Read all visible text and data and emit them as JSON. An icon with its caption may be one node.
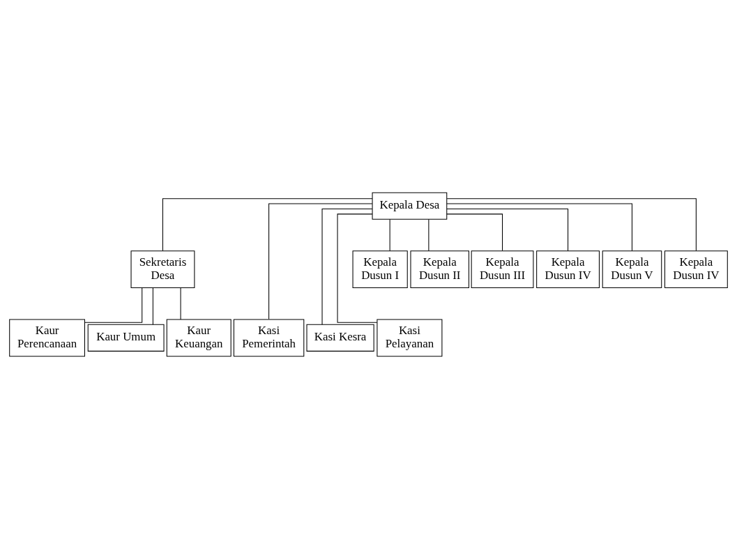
{
  "diagram": {
    "nodes": [
      {
        "text": [
          "Kepala Desa"
        ]
      },
      {
        "text": [
          "Sekretaris Desa"
        ]
      },
      {
        "text": [
          "Kasi Pemerintah"
        ]
      },
      {
        "text": [
          "Kasi Kesra"
        ]
      },
      {
        "text": [
          "Kasi Pelayanan"
        ]
      },
      {
        "text": [
          "Kaur Perencanaan"
        ]
      },
      {
        "text": [
          "Kaur Umum"
        ]
      },
      {
        "text": [
          "Kaur Keuangan"
        ]
      },
      {
        "text": [
          "Kepala Dusun I"
        ]
      },
      {
        "text": [
          "Kepala Dusun II"
        ]
      },
      {
        "text": [
          "Kepala Dusun III"
        ]
      },
      {
        "text": [
          "Kepala Dusun IV"
        ]
      },
      {
        "text": [
          "Kepala Dusun V"
        ]
      },
      {
        "text": [
          "Kepala Dusun IV"
        ]
      }
    ],
    "edges": [
      {
        "from": 0,
        "to": 1,
        "arrow": "none"
      },
      {
        "from": 0,
        "to": 2,
        "arrow": "none"
      },
      {
        "from": 0,
        "to": 3,
        "arrow": "none"
      },
      {
        "from": 0,
        "to": 4,
        "arrow": "none"
      },
      {
        "from": 1,
        "to": 5,
        "arrow": "none"
      },
      {
        "from": 1,
        "to": 6,
        "arrow": "none"
      },
      {
        "from": 1,
        "to": 7,
        "arrow": "none"
      },
      {
        "from": 0,
        "to": 8,
        "arrow": "none"
      },
      {
        "from": 0,
        "to": 9,
        "arrow": "none"
      },
      {
        "from": 0,
        "to": 10,
        "arrow": "none"
      },
      {
        "from": 0,
        "to": 11,
        "arrow": "none"
      },
      {
        "from": 0,
        "to": 12,
        "arrow": "none"
      },
      {
        "from": 0,
        "to": 13,
        "arrow": "none"
      }
    ]
  }
}
